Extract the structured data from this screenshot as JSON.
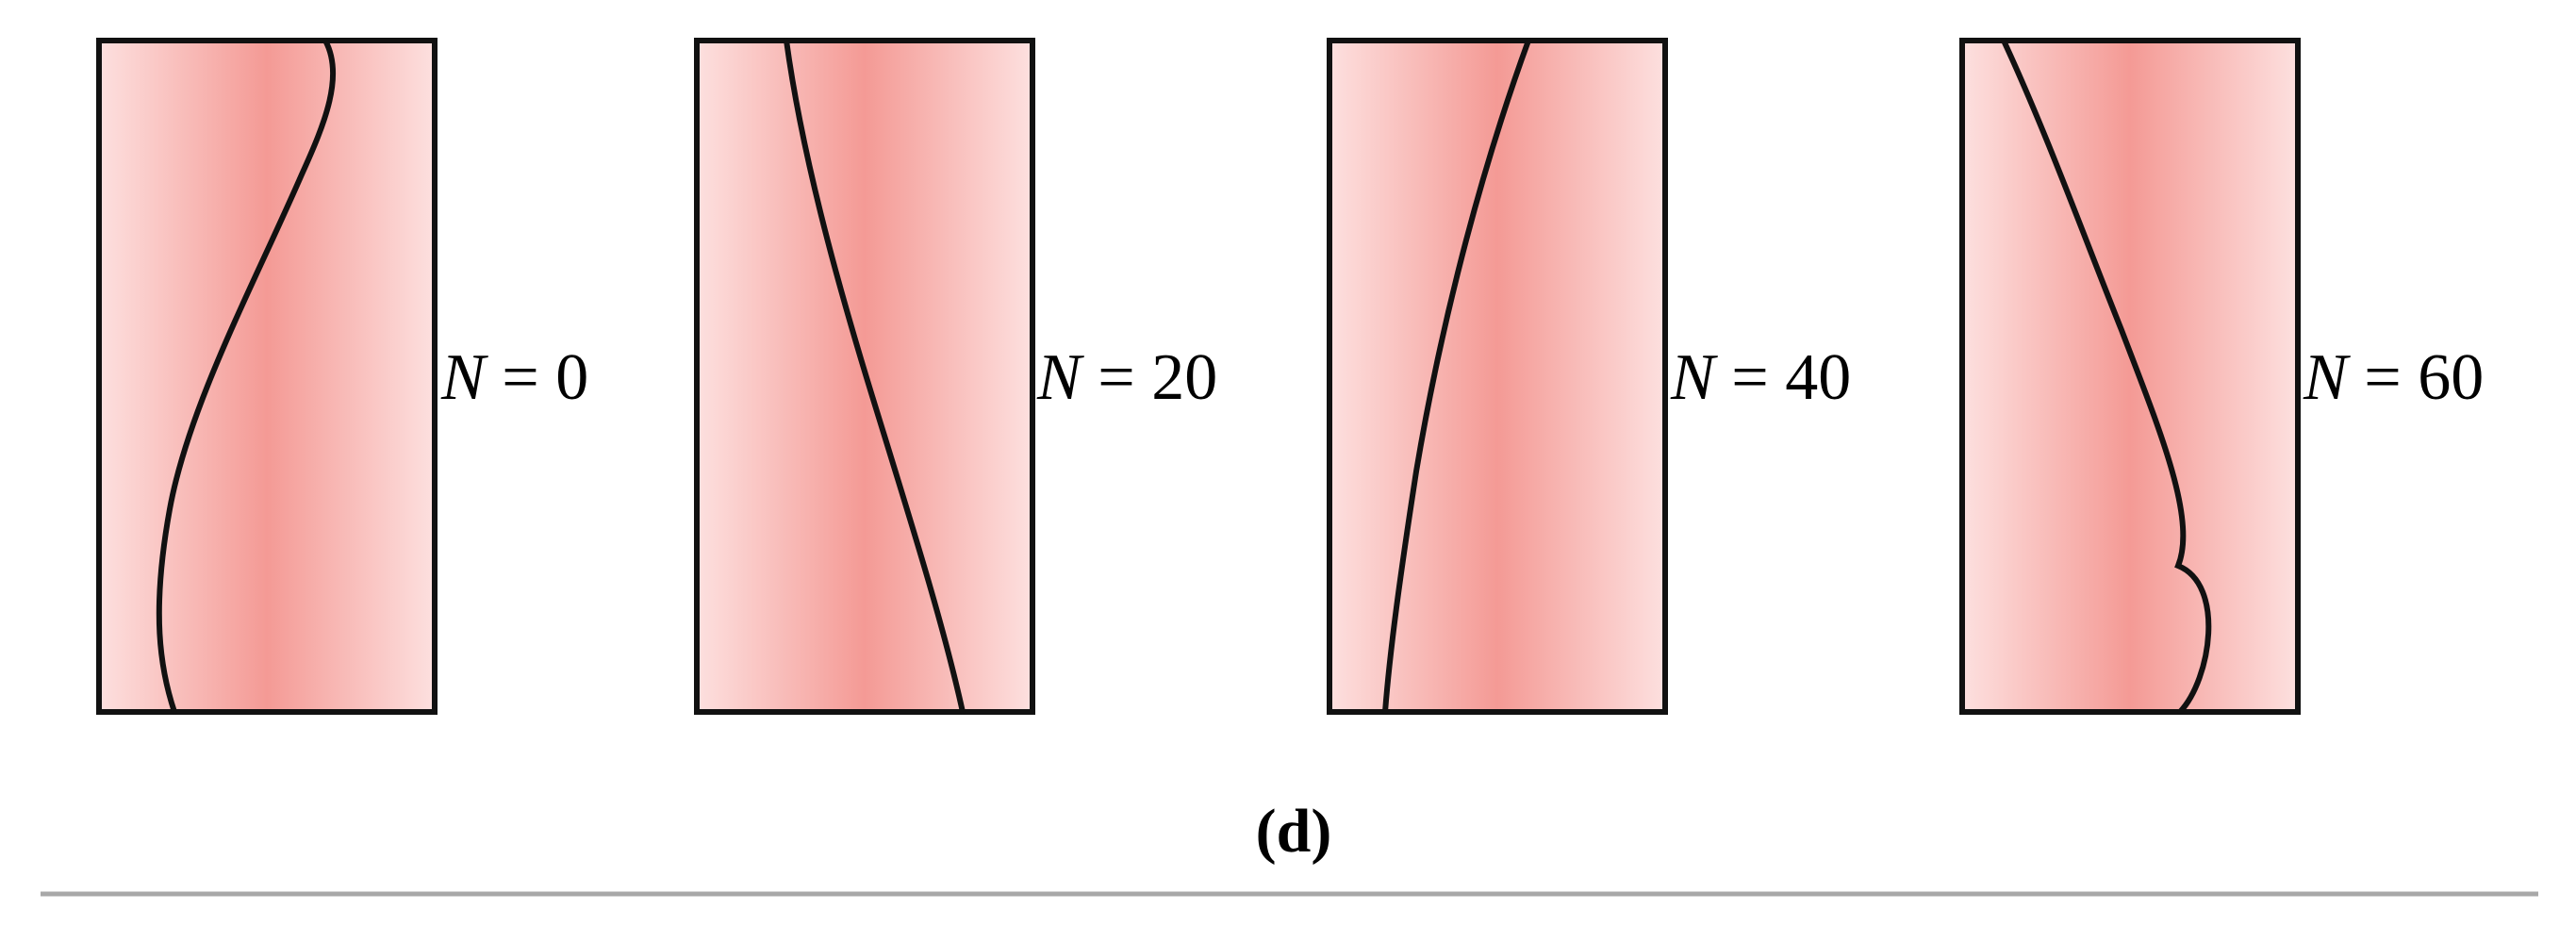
{
  "caption": "(d)",
  "panels": [
    {
      "var": "N",
      "eq": " = ",
      "value": "0"
    },
    {
      "var": "N",
      "eq": " = ",
      "value": "20"
    },
    {
      "var": "N",
      "eq": " = ",
      "value": "40"
    },
    {
      "var": "N",
      "eq": " = ",
      "value": "60"
    }
  ],
  "colors": {
    "gradient_center": "#f49a95",
    "gradient_edge": "#fde0df",
    "outline": "#111111",
    "divider": "#a8a8a8"
  }
}
